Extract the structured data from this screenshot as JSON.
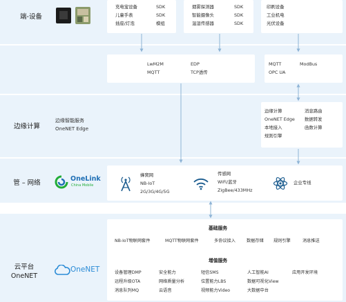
{
  "rows": {
    "device": {
      "label": "端-设备"
    },
    "edge": {
      "label": "边缘计算",
      "desc_line1": "边缘智能服务",
      "desc_line2": "OneNET Edge"
    },
    "network": {
      "label": "管 – 网络"
    },
    "cloud": {
      "label_line1": "云平台",
      "label_line2": "OneNET"
    }
  },
  "device_cards": [
    {
      "items": [
        [
          "充电宝设备",
          "SDK"
        ],
        [
          "儿童手表",
          "SDK"
        ],
        [
          "插座/灯泡",
          "模组"
        ]
      ]
    },
    {
      "items": [
        [
          "烟雾探测器",
          "SDK"
        ],
        [
          "智能摄像头",
          "SDK"
        ],
        [
          "温湿传感器",
          "SDK"
        ]
      ]
    },
    {
      "items": [
        [
          "印刷设备"
        ],
        [
          "工业机电"
        ],
        [
          "光伏设备"
        ]
      ]
    }
  ],
  "protocols": {
    "left": [
      [
        "LwM2M",
        "EDP"
      ],
      [
        "MQTT",
        "TCP透传"
      ]
    ],
    "right": [
      [
        "MQTT",
        "ModBus"
      ],
      [
        "OPC UA",
        ""
      ]
    ]
  },
  "edge_features": [
    [
      "边缘计算",
      "消息路由"
    ],
    [
      "OneNET Edge",
      "数据转发"
    ],
    [
      "本地接入",
      "函数计算"
    ],
    [
      "规则引擎",
      ""
    ]
  ],
  "onelink": {
    "name": "OneLink",
    "sub": "China Mobile"
  },
  "network": {
    "cellular": {
      "line1": "蜂窝网",
      "line2": "NB-IoT",
      "line3": "2G/3G/4G/5G"
    },
    "wireless": {
      "line1": "传感网",
      "line2": "WiFi/蓝牙",
      "line3": "ZigBee/433MHz"
    },
    "private": {
      "line1": "企业专线"
    }
  },
  "cloud": {
    "logo": "OneNET",
    "basic_title": "基础服务",
    "basic_items": [
      "NB-IoT物联网套件",
      "MQTT物联网套件",
      "多协议接入",
      "数据存储",
      "规则引擎",
      "消息推送"
    ],
    "value_title": "增值服务",
    "value_items": [
      [
        "设备管理DMP",
        "安全能力",
        "短信SMS",
        "人工智能AI",
        "应用开发环境"
      ],
      [
        "远程升级OTA",
        "网络质量分析",
        "位置能力LBS",
        "数据可视化View",
        ""
      ],
      [
        "消息队列MQ",
        "云语音",
        "视频能力Video",
        "大数据中台",
        ""
      ]
    ]
  },
  "colors": {
    "band": "#eaf3fb",
    "accent": "#5b9bd5",
    "onelink_green": "#22ad38",
    "onelink_blue": "#1f6fb5",
    "onenet_blue": "#2a8bd6"
  },
  "icons": [
    "chip-module-icon",
    "circuit-board-icon",
    "cell-tower-icon",
    "wifi-icon",
    "atom-icon",
    "onelink-logo-icon",
    "cloud-logo-icon"
  ]
}
